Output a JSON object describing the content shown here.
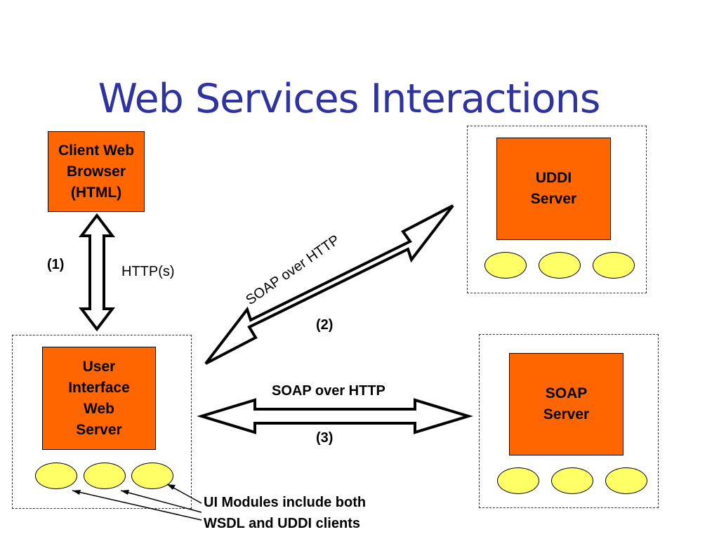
{
  "title": "Web Services Interactions",
  "nodes": {
    "client_browser": "Client Web\nBrowser\n(HTML)",
    "ui_web_server": "User\nInterface\nWeb\nServer",
    "uddi_server": "UDDI\nServer",
    "soap_server": "SOAP\nServer"
  },
  "connections": {
    "step1": "(1)",
    "step1_protocol": "HTTP(s)",
    "step2": "(2)",
    "step2_protocol": "SOAP over HTTP",
    "step3": "(3)",
    "step3_protocol": "SOAP over HTTP"
  },
  "callout": {
    "line1": "UI Modules include both",
    "line2": "WSDL and UDDI clients"
  },
  "colors": {
    "title": "#2f33a0",
    "server_box": "#ff6600",
    "module": "#ffff66"
  }
}
